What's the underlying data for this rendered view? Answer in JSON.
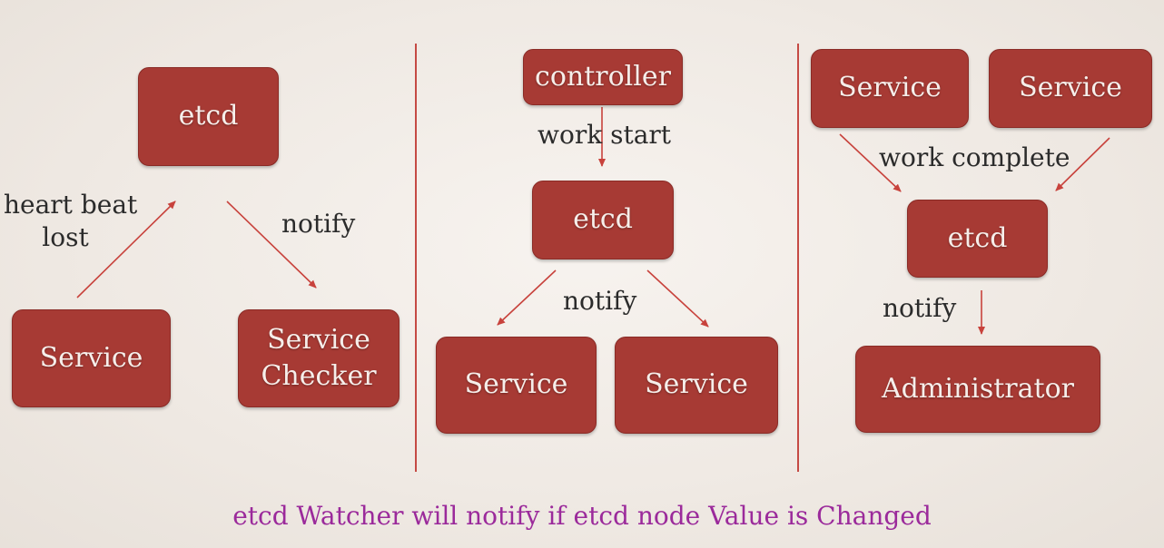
{
  "panel1": {
    "etcd": "etcd",
    "service": "Service",
    "checker_line1": "Service",
    "checker_line2": "Checker",
    "heartbeat_line1": "heart beat",
    "heartbeat_line2": "lost",
    "notify": "notify"
  },
  "panel2": {
    "controller": "controller",
    "work_start": "work start",
    "etcd": "etcd",
    "notify": "notify",
    "service_left": "Service",
    "service_right": "Service"
  },
  "panel3": {
    "service_left": "Service",
    "service_right": "Service",
    "work_complete": "work complete",
    "etcd": "etcd",
    "notify": "notify",
    "administrator": "Administrator"
  },
  "caption": "etcd Watcher will notify if etcd node Value is Changed",
  "colors": {
    "box_fill": "#a73a34",
    "arrow": "#c8423c",
    "caption": "#9b2a9b"
  }
}
